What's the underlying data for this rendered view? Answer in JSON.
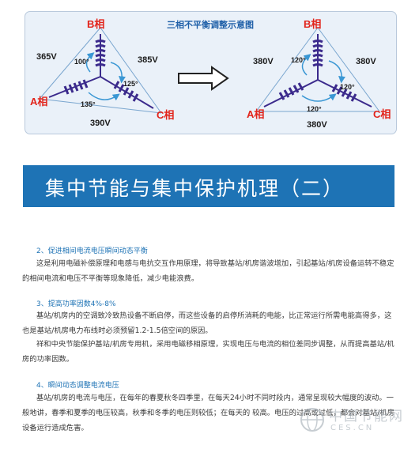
{
  "diagram": {
    "title": "三相不平衡调整示意图",
    "left": {
      "phase_b": "B相",
      "phase_a": "A相",
      "phase_c": "C相",
      "voltage_ab": "365V",
      "voltage_bc": "385V",
      "voltage_ac": "390V",
      "angle_top": "100°",
      "angle_right": "125°",
      "angle_bottom": "135°"
    },
    "right": {
      "phase_b": "B相",
      "phase_a": "A相",
      "phase_c": "C相",
      "voltage_ab": "380V",
      "voltage_bc": "380V",
      "voltage_ac": "380V",
      "angle_top": "120°",
      "angle_right": "120°",
      "angle_bottom": "120°"
    },
    "colors": {
      "phase_letter": "#e2231a",
      "coil": "#3b2a8c",
      "arrow": "#3a97d4",
      "voltage": "#1a1a1a"
    }
  },
  "banner": {
    "title": "集中节能与集中保护机理（二）",
    "color": "#1e73b5"
  },
  "sections": [
    {
      "title": "2、促进相间电流电压瞬间动态平衡",
      "paragraphs": [
        "这是利用电磁补偿原理和电感与电抗交互作用原理，将导致基站/机房谐波增加，引起基站/机房设备运转不稳定的相间电流和电压不平衡等现象降低，减少电能浪费。"
      ]
    },
    {
      "title": "3、提高功率因数4%-8%",
      "paragraphs": [
        "基站/机房内的空调致冷致热设备不断启停，而这些设备的启停所消耗的电能，比正常运行所需电能高得多，这也是基站/机房电力布线时必须预留1.2-1.5倍空间的原因。",
        "祥和中央节能保护基站/机房专用机，采用电磁移相原理，实现电压与电流的相位差同步调整，从而提高基站/机房的功率因数。"
      ]
    },
    {
      "title": "4、瞬间动态调整电流电压",
      "paragraphs": [
        "基站/机房的电流与电压，在每年的春夏秋冬四季里，在每天24小时不同时段内，通常呈现较大幅度的波动。一般地讲，春季和夏季的电压较高，秋季和冬季的电压则较低；在每天的  较高。电压的过高或过低，都会对基站/机房设备运行造成危害。"
      ]
    }
  ],
  "watermark": {
    "cn": "中国节能网",
    "en": "CES.CN"
  }
}
